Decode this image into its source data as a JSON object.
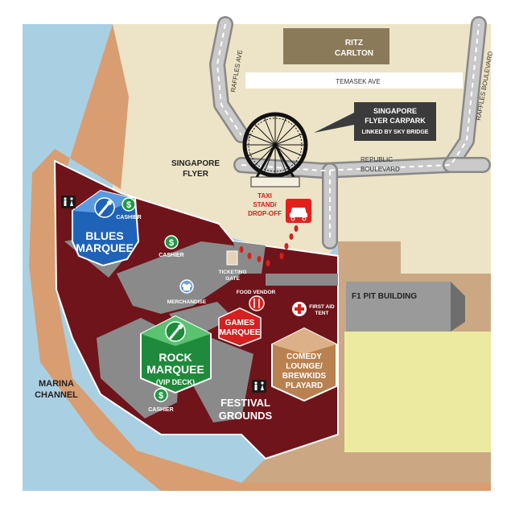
{
  "colors": {
    "water": "#a9cfe2",
    "land": "#ede3c6",
    "sand": "#cba883",
    "shore": "#d99d72",
    "road": "#c9c9c9",
    "road_edge": "#888888",
    "venue": "#6f141b",
    "path": "#8a8a8a",
    "blues": "#1e63b8",
    "rock": "#1f8a3b",
    "games": "#d62020",
    "comedy": "#b98150",
    "cashier": "#1f9a45",
    "taxi": "#e2211c",
    "dark_box": "#3b3b3b",
    "ritz_box": "#8a7a5a",
    "green_field": "#ece9a0"
  },
  "roads": {
    "raffles_ave": "RAFFLES AVE",
    "temasek_ave": "TEMASEK AVE",
    "raffles_boulevard": "RAFFLES BOULEVARD",
    "republic_boulevard": [
      "REPUBLIC",
      "BOULEVARD"
    ]
  },
  "landmarks": {
    "ritz": [
      "RITZ",
      "CARLTON"
    ],
    "carpark": [
      "SINGAPORE",
      "FLYER CARPARK",
      "LINKED BY SKY BRIDGE"
    ],
    "singapore_flyer": [
      "SINGAPORE",
      "FLYER"
    ],
    "taxi_stand": [
      "TAXI",
      "STAND/",
      "DROP-OFF"
    ],
    "f1_pit": "F1 PIT BUILDING",
    "marina_channel": [
      "MARINA",
      "CHANNEL"
    ]
  },
  "venues": {
    "blues": [
      "BLUES",
      "MARQUEE"
    ],
    "rock": [
      "ROCK",
      "MARQUEE",
      "(VIP DECK)"
    ],
    "games": [
      "GAMES",
      "MARQUEE"
    ],
    "comedy": [
      "COMEDY",
      "LOUNGE/",
      "BREWKIDS",
      "PLAYARD"
    ],
    "festival_grounds": [
      "FESTIVAL",
      "GROUNDS"
    ]
  },
  "amenities": {
    "cashier_1": "CASHIER",
    "cashier_2": "CASHIER",
    "cashier_3": "CASHIER",
    "ticketing": [
      "TICKETING",
      "GATE"
    ],
    "merchandise": "MERCHANDISE",
    "food_vendor": "FOOD VENDOR",
    "first_aid": [
      "FIRST AID",
      "TENT"
    ]
  },
  "icons": {
    "toilet": "toilet-icon",
    "cashier": "dollar-icon",
    "microphone": "microphone-icon",
    "merchandise": "shirt-icon",
    "food": "fork-knife-icon",
    "first_aid": "cross-icon",
    "taxi": "taxi-icon",
    "footprints": "footprints-icon",
    "ticketing": "door-icon"
  }
}
